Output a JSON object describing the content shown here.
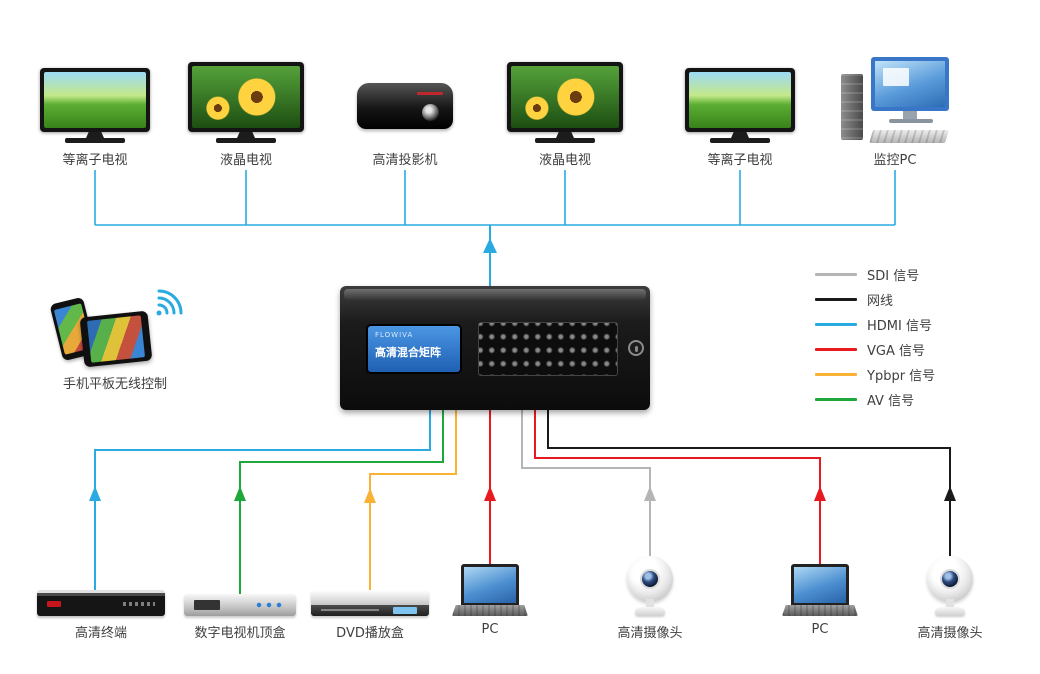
{
  "signals": {
    "SDI": {
      "label": "SDI 信号",
      "color": "#b5b5b5"
    },
    "LAN": {
      "label": "网线",
      "color": "#1a1a1a"
    },
    "HDMI": {
      "label": "HDMI 信号",
      "color": "#29abe2"
    },
    "VGA": {
      "label": "VGA 信号",
      "color": "#e8191f"
    },
    "YPBPR": {
      "label": "Ypbpr 信号",
      "color": "#f9b233"
    },
    "AV": {
      "label": "AV 信号",
      "color": "#1ea73b"
    }
  },
  "top_devices": [
    {
      "label": "等离子电视",
      "type": "plasma-tv",
      "signal": "HDMI"
    },
    {
      "label": "液晶电视",
      "type": "lcd-tv",
      "signal": "HDMI"
    },
    {
      "label": "高清投影机",
      "type": "projector",
      "signal": "HDMI"
    },
    {
      "label": "液晶电视",
      "type": "lcd-tv",
      "signal": "HDMI"
    },
    {
      "label": "等离子电视",
      "type": "plasma-tv",
      "signal": "HDMI"
    },
    {
      "label": "监控PC",
      "type": "desktop-pc",
      "signal": "HDMI"
    }
  ],
  "matrix": {
    "brand": "FLOWIVA",
    "screen_label": "高清混合矩阵"
  },
  "control": {
    "label": "手机平板无线控制"
  },
  "bottom_devices": [
    {
      "label": "高清终端",
      "type": "hd-terminal",
      "signal": "HDMI"
    },
    {
      "label": "数字电视机顶盒",
      "type": "set-top-box",
      "signal": "AV"
    },
    {
      "label": "DVD播放盒",
      "type": "dvd-player",
      "signal": "YPBPR"
    },
    {
      "label": "PC",
      "type": "laptop",
      "signal": "VGA"
    },
    {
      "label": "高清摄像头",
      "type": "webcam",
      "signal": "SDI"
    },
    {
      "label": "PC",
      "type": "laptop",
      "signal": "VGA"
    },
    {
      "label": "高清摄像头",
      "type": "webcam",
      "signal": "LAN"
    }
  ]
}
